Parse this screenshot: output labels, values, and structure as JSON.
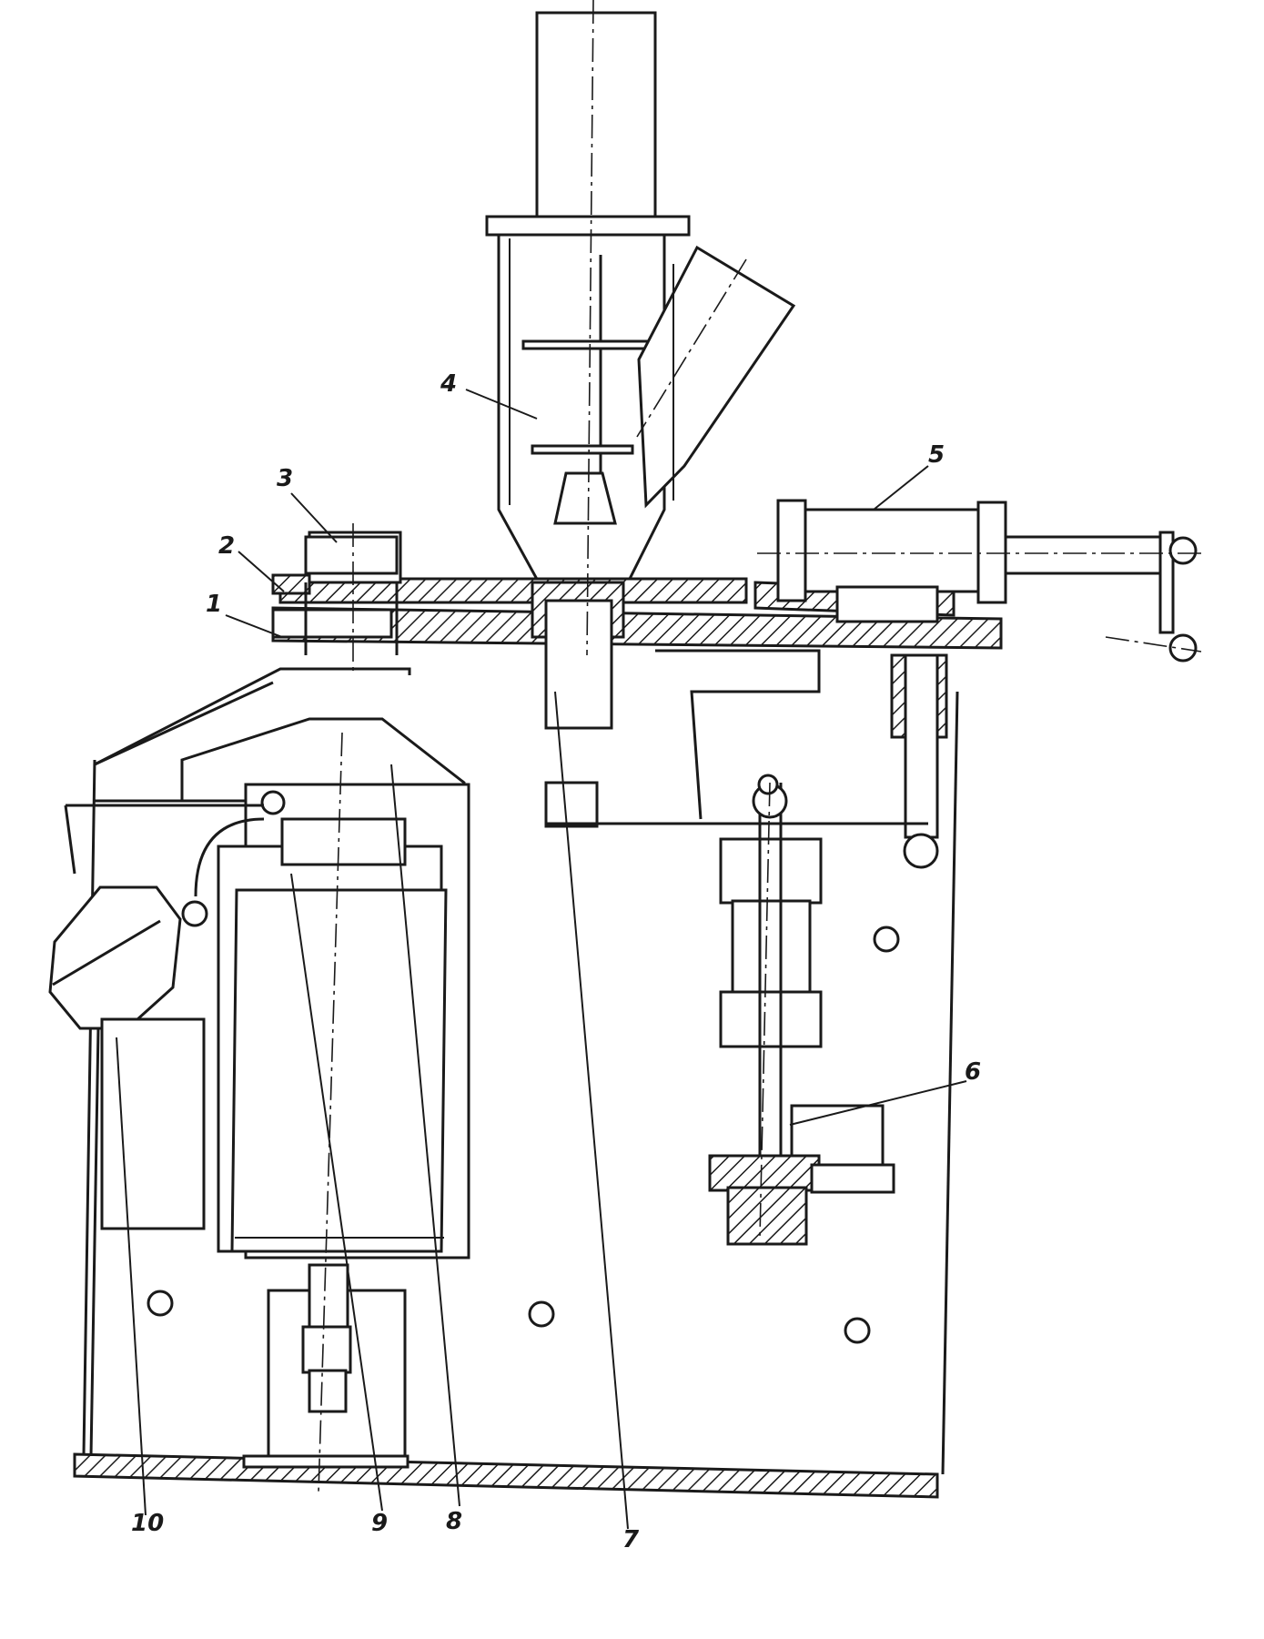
{
  "labels": [
    {
      "id": "1",
      "text": "1"
    },
    {
      "id": "2",
      "text": "2"
    },
    {
      "id": "3",
      "text": "3"
    },
    {
      "id": "4",
      "text": "4"
    },
    {
      "id": "5",
      "text": "5"
    },
    {
      "id": "6",
      "text": "6"
    },
    {
      "id": "7",
      "text": "7"
    },
    {
      "id": "8",
      "text": "8"
    },
    {
      "id": "9",
      "text": "9"
    },
    {
      "id": "10",
      "text": "10"
    }
  ],
  "colors": {
    "ink": "#1a1a1a",
    "paper": "#ffffff"
  }
}
